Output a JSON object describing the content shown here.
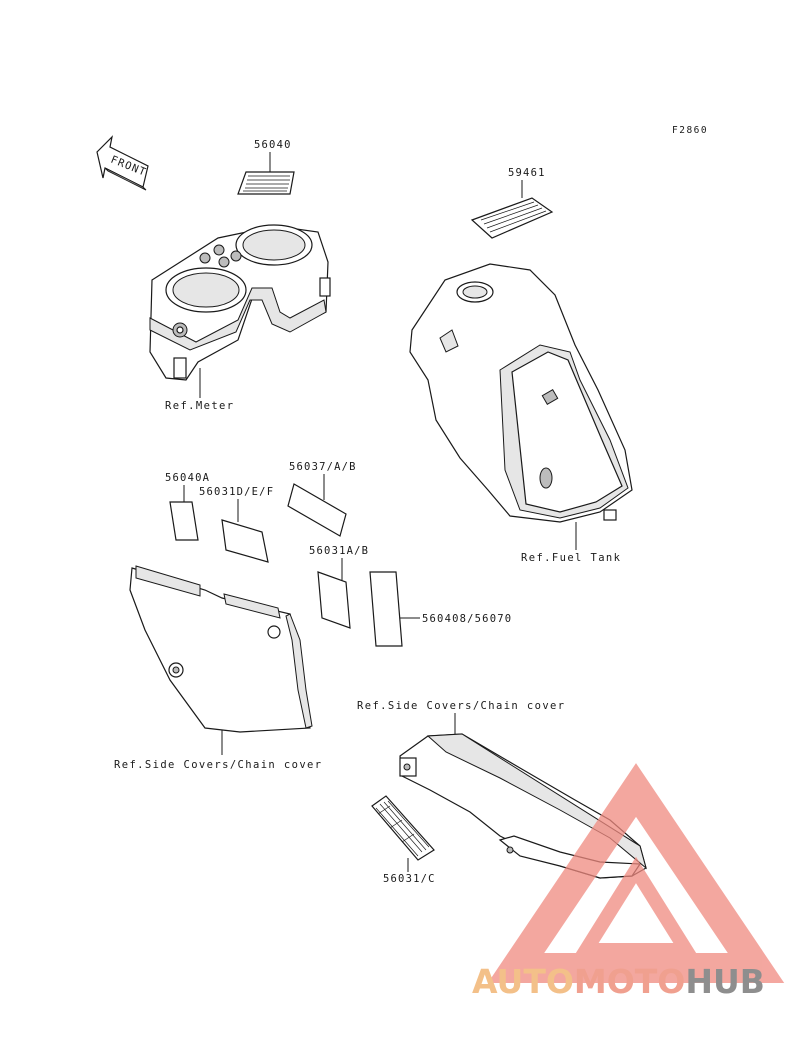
{
  "figure_code": "F2860",
  "front_label": "FRONT",
  "labels": {
    "sticker_56040": "56040",
    "sticker_59461": "59461",
    "sticker_56040a": "56040A",
    "sticker_56031d": "56031D/E/F",
    "sticker_56037": "56037/A/B",
    "sticker_56031a": "56031A/B",
    "sticker_560408": "560408/56070",
    "sticker_56031c": "56031/C"
  },
  "refs": {
    "meter": "Ref.Meter",
    "fuel_tank": "Ref.Fuel Tank",
    "side_covers_left": "Ref.Side Covers/Chain cover",
    "side_covers_right": "Ref.Side Covers/Chain cover"
  },
  "watermark": {
    "part1": "AUTO",
    "part2": "MOTO",
    "part3": "HUB",
    "colors": {
      "part1": "#f3c089",
      "part2": "#f0a08f",
      "part3": "#8e8e8e",
      "triangle": "#f08a80"
    }
  }
}
